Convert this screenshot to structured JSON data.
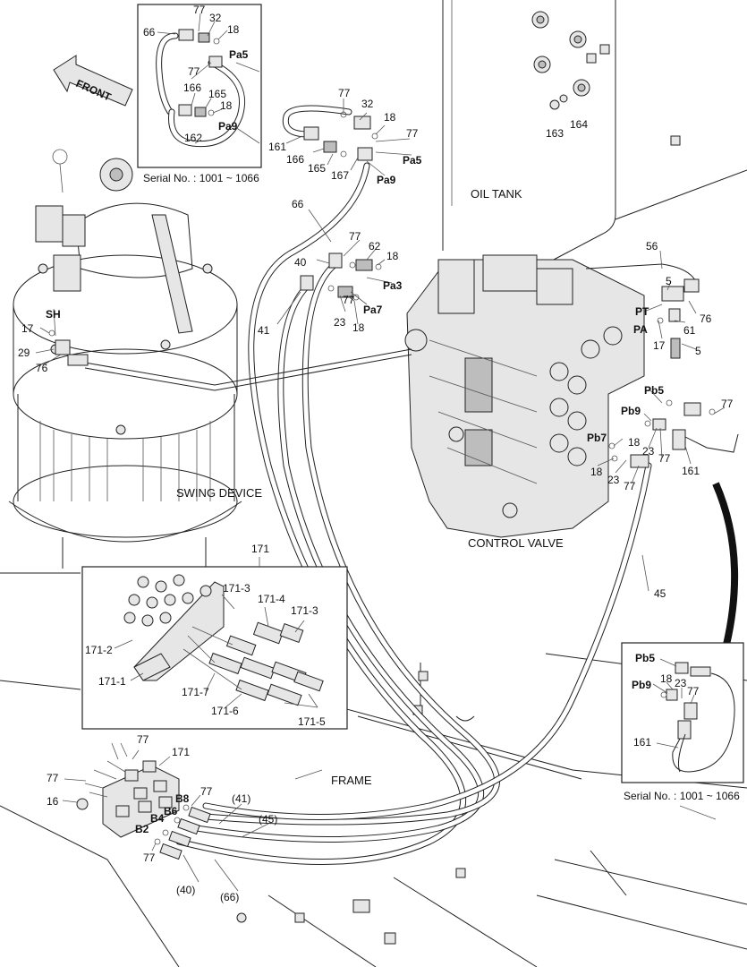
{
  "diagram": {
    "areas": {
      "oil_tank": "OIL TANK",
      "swing_device": "SWING DEVICE",
      "control_valve": "CONTROL VALVE",
      "frame": "FRAME",
      "front": "FRONT"
    },
    "serial_top": "Serial No. : 1001 ~ 1066",
    "serial_right": "Serial No. : 1001 ~ 1066",
    "inset_top_labels": [
      "66",
      "77",
      "32",
      "18",
      "Pa5",
      "77",
      "166",
      "165",
      "18",
      "Pa9",
      "162"
    ],
    "main_labels": {
      "n77a": "77",
      "n32": "32",
      "n18a": "18",
      "n77b": "77",
      "n161": "161",
      "n166": "166",
      "n165": "165",
      "n167": "167",
      "pa5": "Pa5",
      "pa9": "Pa9",
      "n66": "66",
      "n77c": "77",
      "n62": "62",
      "n18b": "18",
      "n40": "40",
      "pa3": "Pa3",
      "n77d": "77",
      "n41": "41",
      "n23a": "23",
      "n18c": "18",
      "pa7": "Pa7",
      "n56": "56",
      "n5a": "5",
      "pt": "PT",
      "pa": "PA",
      "n76a": "76",
      "n17a": "17",
      "n61": "61",
      "n5b": "5",
      "pb5": "Pb5",
      "n77e": "77",
      "pb9": "Pb9",
      "pb7": "Pb7",
      "n18d": "18",
      "n23b": "23",
      "n77f": "77",
      "n161b": "161",
      "n18e": "18",
      "n23c": "23",
      "n77g": "77",
      "n45": "45",
      "sh": "SH",
      "n17b": "17",
      "n29": "29",
      "n76b": "76"
    },
    "bracket_labels": {
      "n171": "171",
      "n171_3a": "171-3",
      "n171_4": "171-4",
      "n171_3b": "171-3",
      "n171_2": "171-2",
      "n171_1": "171-1",
      "n171_7": "171-7",
      "n171_6": "171-6",
      "n171_5": "171-5"
    },
    "bottom_labels": {
      "n77a": "77",
      "n171": "171",
      "n77b": "77",
      "n16": "16",
      "b8": "B8",
      "n77c": "77",
      "b6": "B6",
      "b4": "B4",
      "b2": "B2",
      "n77d": "77",
      "p41": "(41)",
      "p45": "(45)",
      "p40": "(40)",
      "p66": "(66)"
    },
    "inset_right_labels": {
      "pb5": "Pb5",
      "pb9": "Pb9",
      "n18": "18",
      "n23": "23",
      "n77": "77",
      "n161": "161"
    }
  }
}
